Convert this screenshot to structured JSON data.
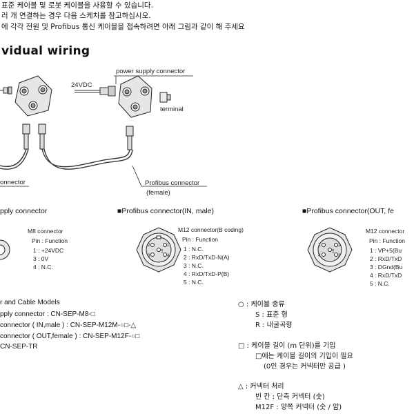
{
  "intro": {
    "line1": "표준 케이블 및 로봇 케이블을 사용할 수 있습니다.",
    "line2": "러 개 연결하는 경우 다음 스케치를 참고하십시오.",
    "line3": "에 각각 전원 및 Profibus 통신 케이블을 접속하려면 아래 그림과 같이 해 주세요"
  },
  "heading": "vidual wiring",
  "diagram": {
    "power_supply_connector": "power supply connector",
    "voltage": "24VDC",
    "terminal": "terminal",
    "left_connector": "onnector",
    "profibus_connector": "Profibus connector",
    "profibus_gender": "(female)"
  },
  "sections": {
    "s1": {
      "title": "pply connector",
      "connector": "M8 connector",
      "pin_header": "Pin : Function",
      "pins": [
        "1   : +24VDC",
        "3   : 0V",
        "4   : N.C."
      ]
    },
    "s2": {
      "title": "■Profibus connector(IN, male)",
      "connector": "M12 connector(B coding)",
      "pin_header": "Pin : Function",
      "pins": [
        "1   : N.C.",
        "2   : RxD/TxD-N(A)",
        "3   : N.C.",
        "4   : RxD/TxD-P(B)",
        "5   : N.C."
      ]
    },
    "s3": {
      "title": "■Profibus connector(OUT, fe",
      "connector": "M12 connector",
      "pin_header": "Pin : Function",
      "pins": [
        "1   : VP+5(Bu",
        "2   : RxD/TxD",
        "3   : DGnd(Bu",
        "4   : RxD/TxD",
        "5   : N.C."
      ]
    }
  },
  "models": {
    "title": "r and Cable Models",
    "line1": "pply connector : CN-SEP-M8-□",
    "line2": "connector ( IN,male )  : CN-SEP-M12M-○□-△",
    "line3": "connector ( OUT,female )  : CN-SEP-M12F-○□",
    "line4": "CN-SEP-TR"
  },
  "legend": {
    "circle_title": "○ : 케이블 종류",
    "circle_s": "S : 표준 형",
    "circle_r": "R : 내굴곡형",
    "square_title": "□ : 케이블 길이 (m 단위)를 기입",
    "square_note1": "□에는 케이블 길이의 기입이 필요",
    "square_note2": "(0인 경우는 커넥터만 공급 )",
    "triangle_title": "△ : 커넥터 처리",
    "triangle_blank": "빈 칸 : 단측 커넥터 (숫)",
    "triangle_m12f": "M12F : 양쪽 커넥터 (숫 / 암)"
  },
  "colors": {
    "ink": "#111111",
    "cable": "#333333",
    "housing_fill": "#e6e6e6"
  }
}
